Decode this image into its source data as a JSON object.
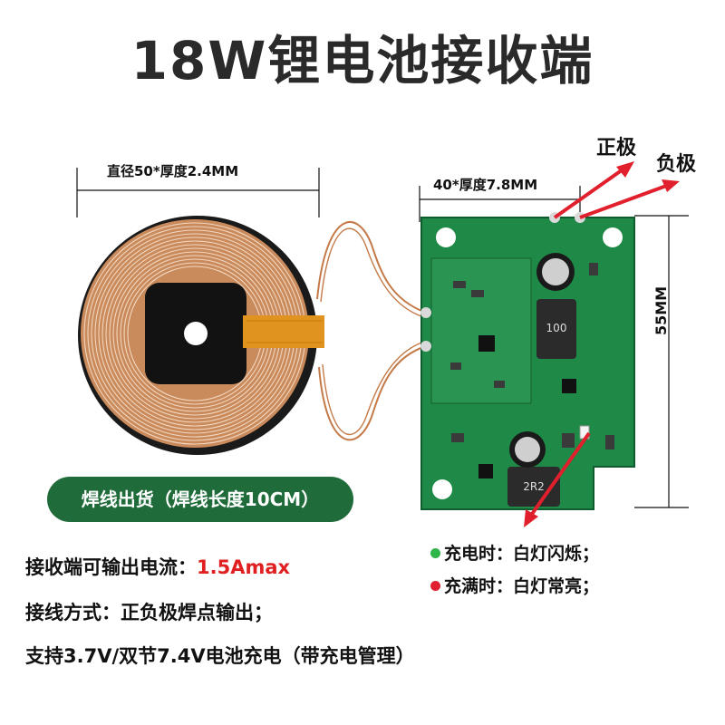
{
  "title": "18W锂电池接收端",
  "coil": {
    "dimension_label": "直径50*厚度2.4MM"
  },
  "board": {
    "dimension_label": "40*厚度7.8MM",
    "height_label": "55MM",
    "inductor_top_marking": "100",
    "inductor_bottom_marking": "2R2"
  },
  "poles": {
    "positive_label": "正极",
    "negative_label": "负极"
  },
  "badge": {
    "text": "焊线出货（焊线长度10CM）"
  },
  "info": {
    "current_prefix": "接收端可输出电流：",
    "current_value": "1.5Amax",
    "wiring": "接线方式：正负极焊点输出；",
    "support": "支持3.7V/双节7.4V电池充电（带充电管理）"
  },
  "notes": {
    "charging": "充电时：白灯闪烁；",
    "full": "充满时：白灯常亮；"
  },
  "colors": {
    "badge_bg": "#1f6b3a",
    "current_value": "#e02020",
    "charging_dot": "#2fb54a",
    "full_dot": "#e02030",
    "arrow": "#e0202c",
    "pcb": "#1f8a47",
    "coil_copper": "#c98a5c"
  }
}
